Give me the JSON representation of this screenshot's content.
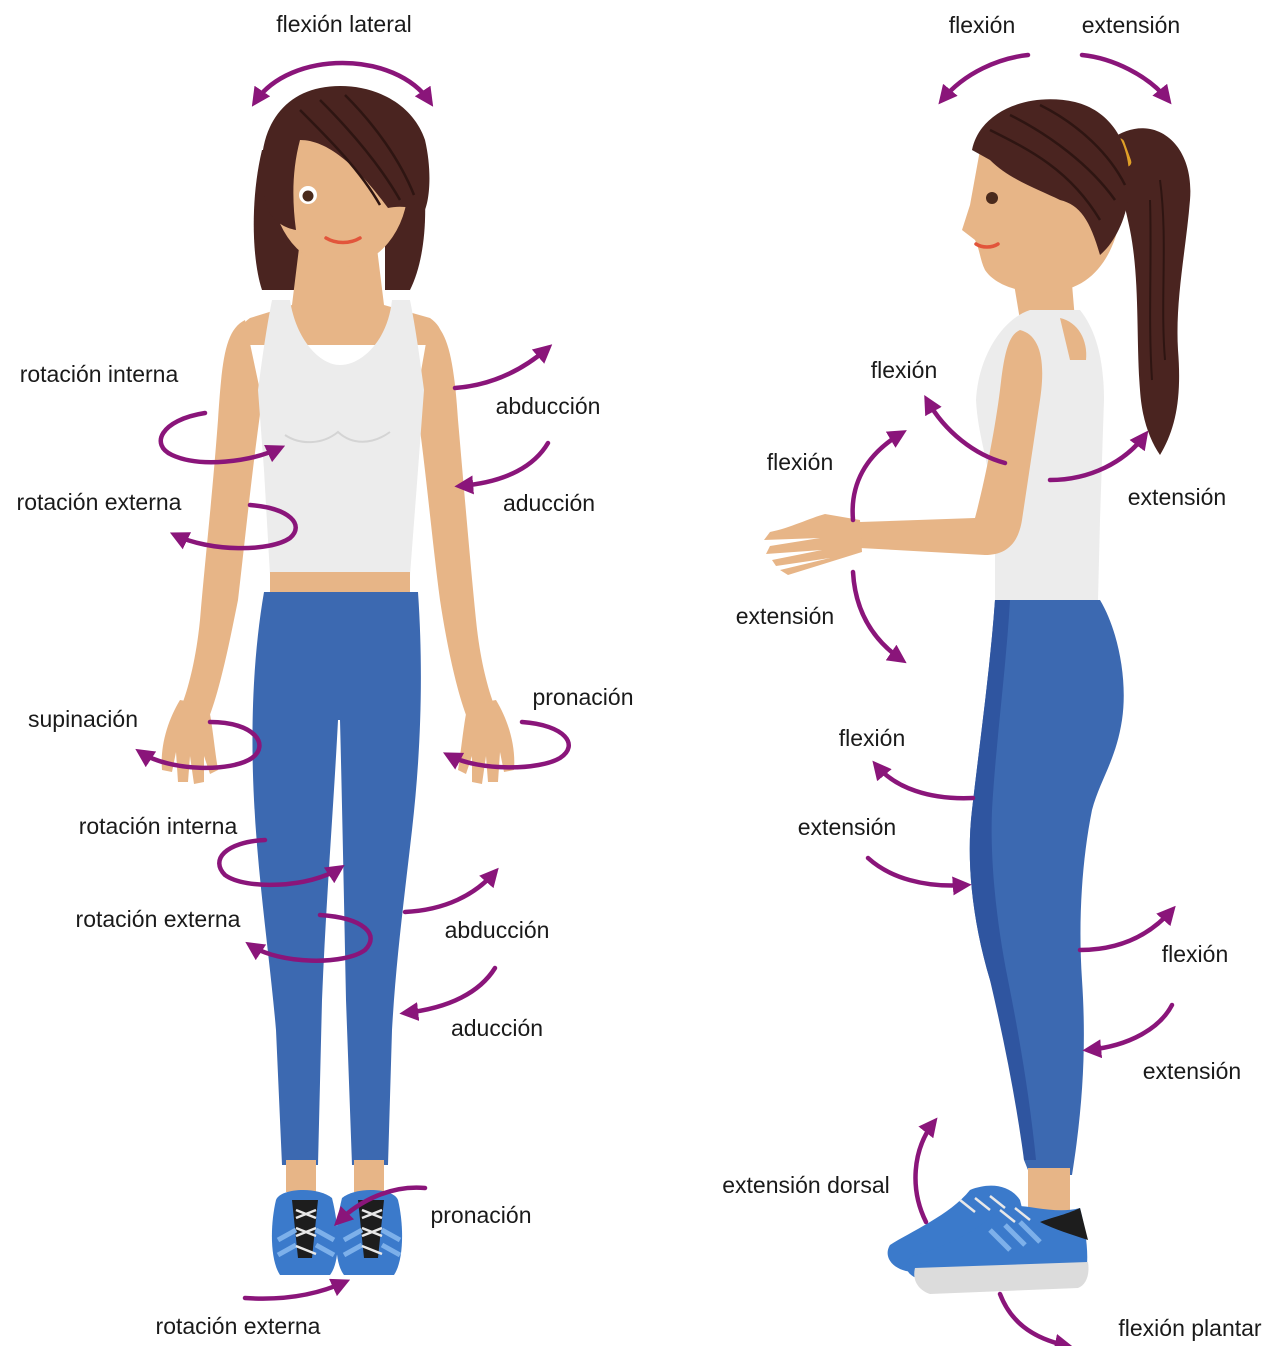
{
  "colors": {
    "arrow": "#8a157a",
    "skin": "#e7b587",
    "hair": "#4a2420",
    "tank_top": "#ececec",
    "leggings": "#3c69b1",
    "leggings_shadow": "#2f55a0",
    "shoe": "#3b7acb",
    "shoe_light": "#7db0ea",
    "text": "#1a1a1a"
  },
  "front_view": {
    "labels": {
      "neck": "flexión lateral",
      "shoulder_internal_rotation": "rotación interna",
      "shoulder_external_rotation": "rotación externa",
      "shoulder_abduction": "abducción",
      "shoulder_adduction": "aducción",
      "forearm_supination": "supinación",
      "forearm_pronation": "pronación",
      "hip_internal_rotation": "rotación interna",
      "hip_external_rotation": "rotación externa",
      "hip_abduction": "abducción",
      "hip_adduction": "aducción",
      "foot_pronation": "pronación",
      "foot_external_rotation": "rotación externa"
    }
  },
  "side_view": {
    "labels": {
      "neck_flexion": "flexión",
      "neck_extension": "extensión",
      "shoulder_flexion": "flexión",
      "shoulder_extension": "extensión",
      "elbow_flexion": "flexión",
      "elbow_extension": "extensión",
      "hip_flexion": "flexión",
      "hip_extension": "extensión",
      "knee_flexion": "flexión",
      "knee_extension": "extensión",
      "ankle_dorsal_extension": "extensión dorsal",
      "ankle_plantar_flexion": "flexión plantar"
    }
  }
}
